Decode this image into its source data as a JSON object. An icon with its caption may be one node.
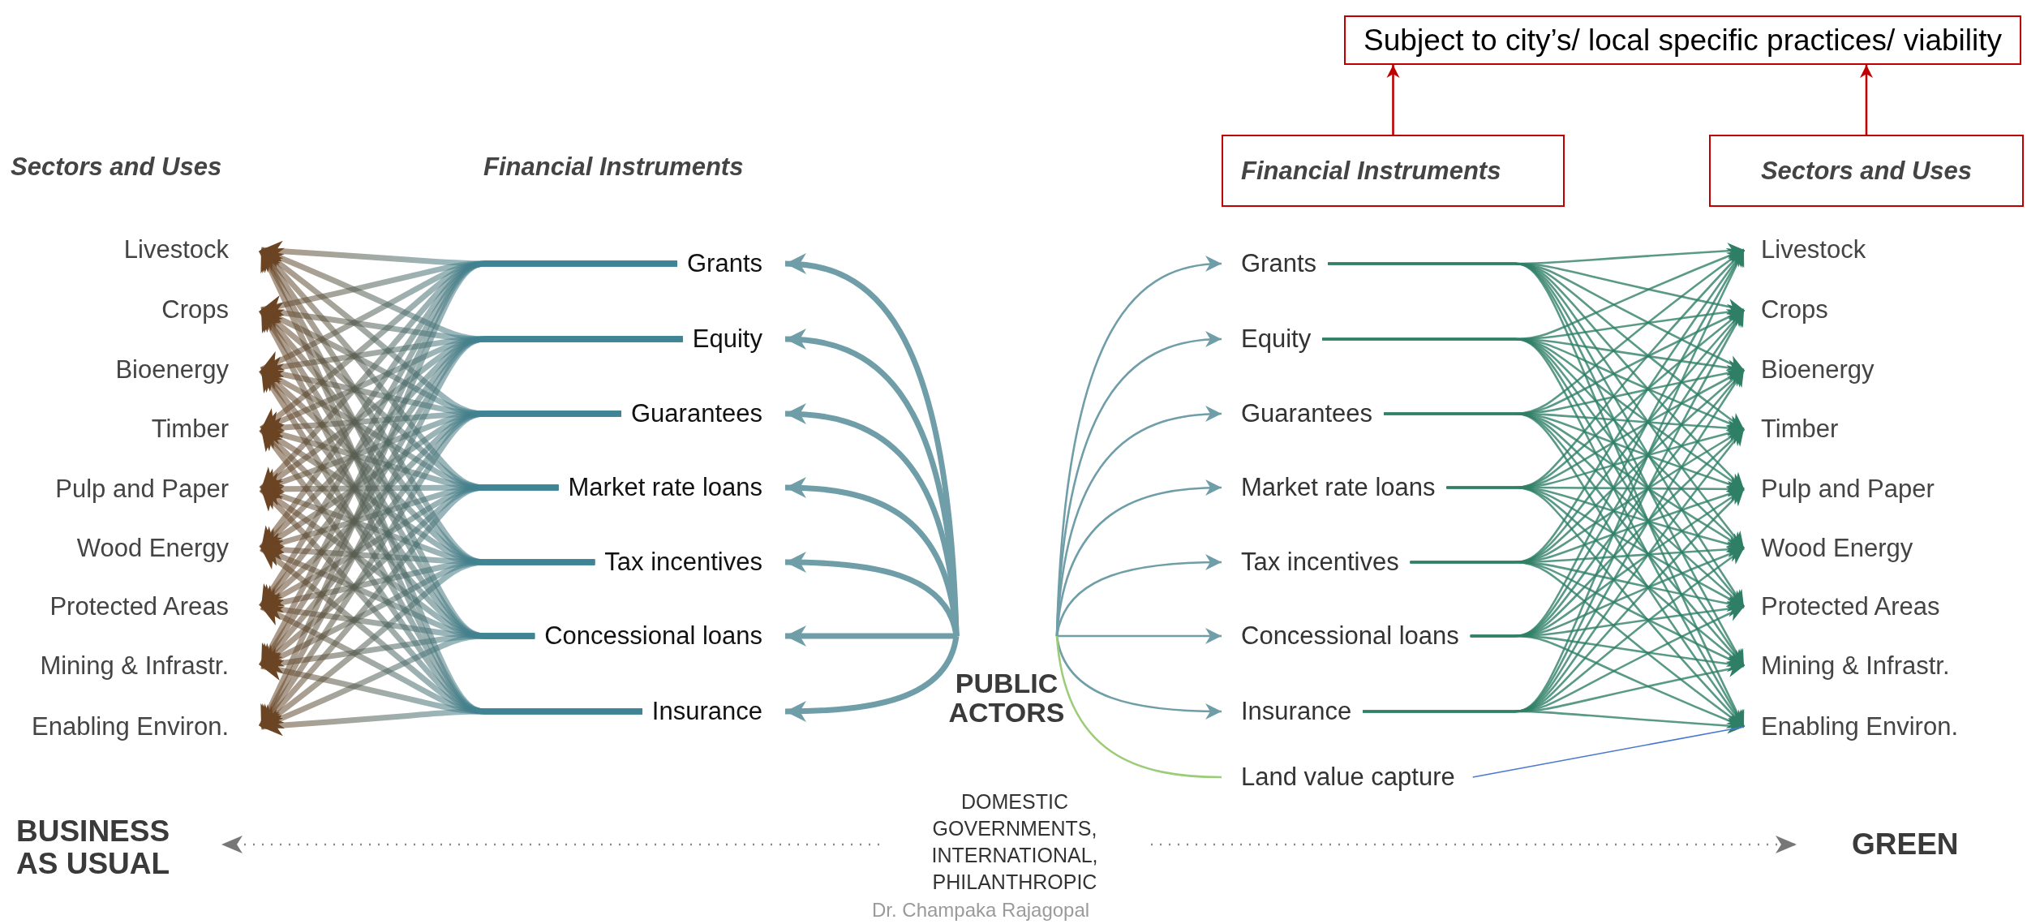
{
  "diagram": {
    "nodes": [
      {
        "text": [
          "Subject to city’s/ local specific practices/ viability"
        ]
      },
      {
        "text": [
          "Financial Instruments"
        ]
      },
      {
        "text": [
          "Sectors and Uses"
        ]
      },
      {
        "text": [
          "Livestock"
        ]
      },
      {
        "text": [
          "Crops"
        ]
      },
      {
        "text": [
          "Bioenergy"
        ]
      },
      {
        "text": [
          "Timber"
        ]
      },
      {
        "text": [
          "Pulp and Paper"
        ]
      },
      {
        "text": [
          "Wood Energy"
        ]
      },
      {
        "text": [
          "Protected Areas"
        ]
      },
      {
        "text": [
          "Mining & Infrastr."
        ]
      },
      {
        "text": [
          "Enabling Environ."
        ]
      },
      {
        "text": [
          "Grants"
        ]
      },
      {
        "text": [
          "Equity"
        ]
      },
      {
        "text": [
          "Guarantees"
        ]
      },
      {
        "text": [
          "Market rate loans"
        ]
      },
      {
        "text": [
          "Tax incentives"
        ]
      },
      {
        "text": [
          "Concessional loans"
        ]
      },
      {
        "text": [
          "Insurance"
        ]
      },
      {
        "text": [
          "PUBLIC ACTORS"
        ]
      },
      {
        "text": [
          "Grants"
        ]
      },
      {
        "text": [
          "Equity"
        ]
      },
      {
        "text": [
          "Guarantees"
        ]
      },
      {
        "text": [
          "Market rate loans"
        ]
      },
      {
        "text": [
          "Tax incentives"
        ]
      },
      {
        "text": [
          "Concessional loans"
        ]
      },
      {
        "text": [
          "Insurance"
        ]
      },
      {
        "text": [
          "Land value capture"
        ]
      },
      {
        "text": [
          "Livestock"
        ]
      },
      {
        "text": [
          "Crops"
        ]
      },
      {
        "text": [
          "Bioenergy"
        ]
      },
      {
        "text": [
          "Timber"
        ]
      },
      {
        "text": [
          "Pulp and Paper"
        ]
      },
      {
        "text": [
          "Wood Energy"
        ]
      },
      {
        "text": [
          "Protected Areas"
        ]
      },
      {
        "text": [
          "Mining & Infrastr."
        ]
      },
      {
        "text": [
          "Enabling Environ."
        ]
      }
    ],
    "edges": [
      {
        "from": 1,
        "to": 0,
        "arrow": "to",
        "color": "#c00000"
      },
      {
        "from": 2,
        "to": 0,
        "arrow": "to",
        "color": "#c00000"
      },
      {
        "from": 12,
        "to": 3,
        "arrow": "to",
        "style": "thick",
        "color": "#6b4423"
      },
      {
        "from": 12,
        "to": 4,
        "arrow": "to",
        "style": "thick",
        "color": "#6b4423"
      },
      {
        "from": 12,
        "to": 5,
        "arrow": "to",
        "style": "thick",
        "color": "#6b4423"
      },
      {
        "from": 12,
        "to": 6,
        "arrow": "to",
        "style": "thick",
        "color": "#6b4423"
      },
      {
        "from": 12,
        "to": 7,
        "arrow": "to",
        "style": "thick",
        "color": "#6b4423"
      },
      {
        "from": 12,
        "to": 8,
        "arrow": "to",
        "style": "thick",
        "color": "#6b4423"
      },
      {
        "from": 12,
        "to": 9,
        "arrow": "to",
        "style": "thick",
        "color": "#6b4423"
      },
      {
        "from": 12,
        "to": 10,
        "arrow": "to",
        "style": "thick",
        "color": "#6b4423"
      },
      {
        "from": 12,
        "to": 11,
        "arrow": "to",
        "style": "thick",
        "color": "#6b4423"
      },
      {
        "from": 13,
        "to": 3,
        "arrow": "to",
        "style": "thick",
        "color": "#6b4423"
      },
      {
        "from": 13,
        "to": 4,
        "arrow": "to",
        "style": "thick",
        "color": "#6b4423"
      },
      {
        "from": 13,
        "to": 5,
        "arrow": "to",
        "style": "thick",
        "color": "#6b4423"
      },
      {
        "from": 13,
        "to": 6,
        "arrow": "to",
        "style": "thick",
        "color": "#6b4423"
      },
      {
        "from": 13,
        "to": 7,
        "arrow": "to",
        "style": "thick",
        "color": "#6b4423"
      },
      {
        "from": 13,
        "to": 8,
        "arrow": "to",
        "style": "thick",
        "color": "#6b4423"
      },
      {
        "from": 13,
        "to": 9,
        "arrow": "to",
        "style": "thick",
        "color": "#6b4423"
      },
      {
        "from": 13,
        "to": 10,
        "arrow": "to",
        "style": "thick",
        "color": "#6b4423"
      },
      {
        "from": 13,
        "to": 11,
        "arrow": "to",
        "style": "thick",
        "color": "#6b4423"
      },
      {
        "from": 14,
        "to": 3,
        "arrow": "to",
        "style": "thick",
        "color": "#6b4423"
      },
      {
        "from": 14,
        "to": 4,
        "arrow": "to",
        "style": "thick",
        "color": "#6b4423"
      },
      {
        "from": 14,
        "to": 5,
        "arrow": "to",
        "style": "thick",
        "color": "#6b4423"
      },
      {
        "from": 14,
        "to": 6,
        "arrow": "to",
        "style": "thick",
        "color": "#6b4423"
      },
      {
        "from": 14,
        "to": 7,
        "arrow": "to",
        "style": "thick",
        "color": "#6b4423"
      },
      {
        "from": 14,
        "to": 8,
        "arrow": "to",
        "style": "thick",
        "color": "#6b4423"
      },
      {
        "from": 14,
        "to": 9,
        "arrow": "to",
        "style": "thick",
        "color": "#6b4423"
      },
      {
        "from": 14,
        "to": 10,
        "arrow": "to",
        "style": "thick",
        "color": "#6b4423"
      },
      {
        "from": 14,
        "to": 11,
        "arrow": "to",
        "style": "thick",
        "color": "#6b4423"
      },
      {
        "from": 15,
        "to": 3,
        "arrow": "to",
        "style": "thick",
        "color": "#6b4423"
      },
      {
        "from": 15,
        "to": 4,
        "arrow": "to",
        "style": "thick",
        "color": "#6b4423"
      },
      {
        "from": 15,
        "to": 5,
        "arrow": "to",
        "style": "thick",
        "color": "#6b4423"
      },
      {
        "from": 15,
        "to": 6,
        "arrow": "to",
        "style": "thick",
        "color": "#6b4423"
      },
      {
        "from": 15,
        "to": 7,
        "arrow": "to",
        "style": "thick",
        "color": "#6b4423"
      },
      {
        "from": 15,
        "to": 8,
        "arrow": "to",
        "style": "thick",
        "color": "#6b4423"
      },
      {
        "from": 15,
        "to": 9,
        "arrow": "to",
        "style": "thick",
        "color": "#6b4423"
      },
      {
        "from": 15,
        "to": 10,
        "arrow": "to",
        "style": "thick",
        "color": "#6b4423"
      },
      {
        "from": 15,
        "to": 11,
        "arrow": "to",
        "style": "thick",
        "color": "#6b4423"
      },
      {
        "from": 16,
        "to": 3,
        "arrow": "to",
        "style": "thick",
        "color": "#6b4423"
      },
      {
        "from": 16,
        "to": 4,
        "arrow": "to",
        "style": "thick",
        "color": "#6b4423"
      },
      {
        "from": 16,
        "to": 5,
        "arrow": "to",
        "style": "thick",
        "color": "#6b4423"
      },
      {
        "from": 16,
        "to": 6,
        "arrow": "to",
        "style": "thick",
        "color": "#6b4423"
      },
      {
        "from": 16,
        "to": 7,
        "arrow": "to",
        "style": "thick",
        "color": "#6b4423"
      },
      {
        "from": 16,
        "to": 8,
        "arrow": "to",
        "style": "thick",
        "color": "#6b4423"
      },
      {
        "from": 16,
        "to": 9,
        "arrow": "to",
        "style": "thick",
        "color": "#6b4423"
      },
      {
        "from": 16,
        "to": 10,
        "arrow": "to",
        "style": "thick",
        "color": "#6b4423"
      },
      {
        "from": 16,
        "to": 11,
        "arrow": "to",
        "style": "thick",
        "color": "#6b4423"
      },
      {
        "from": 17,
        "to": 3,
        "arrow": "to",
        "style": "thick",
        "color": "#6b4423"
      },
      {
        "from": 17,
        "to": 4,
        "arrow": "to",
        "style": "thick",
        "color": "#6b4423"
      },
      {
        "from": 17,
        "to": 5,
        "arrow": "to",
        "style": "thick",
        "color": "#6b4423"
      },
      {
        "from": 17,
        "to": 6,
        "arrow": "to",
        "style": "thick",
        "color": "#6b4423"
      },
      {
        "from": 17,
        "to": 7,
        "arrow": "to",
        "style": "thick",
        "color": "#6b4423"
      },
      {
        "from": 17,
        "to": 8,
        "arrow": "to",
        "style": "thick",
        "color": "#6b4423"
      },
      {
        "from": 17,
        "to": 9,
        "arrow": "to",
        "style": "thick",
        "color": "#6b4423"
      },
      {
        "from": 17,
        "to": 10,
        "arrow": "to",
        "style": "thick",
        "color": "#6b4423"
      },
      {
        "from": 17,
        "to": 11,
        "arrow": "to",
        "style": "thick",
        "color": "#6b4423"
      },
      {
        "from": 18,
        "to": 3,
        "arrow": "to",
        "style": "thick",
        "color": "#6b4423"
      },
      {
        "from": 18,
        "to": 4,
        "arrow": "to",
        "style": "thick",
        "color": "#6b4423"
      },
      {
        "from": 18,
        "to": 5,
        "arrow": "to",
        "style": "thick",
        "color": "#6b4423"
      },
      {
        "from": 18,
        "to": 6,
        "arrow": "to",
        "style": "thick",
        "color": "#6b4423"
      },
      {
        "from": 18,
        "to": 7,
        "arrow": "to",
        "style": "thick",
        "color": "#6b4423"
      },
      {
        "from": 18,
        "to": 8,
        "arrow": "to",
        "style": "thick",
        "color": "#6b4423"
      },
      {
        "from": 18,
        "to": 9,
        "arrow": "to",
        "style": "thick",
        "color": "#6b4423"
      },
      {
        "from": 18,
        "to": 10,
        "arrow": "to",
        "style": "thick",
        "color": "#6b4423"
      },
      {
        "from": 18,
        "to": 11,
        "arrow": "to",
        "style": "thick",
        "color": "#6b4423"
      },
      {
        "from": 19,
        "to": 12,
        "arrow": "to",
        "style": "thick",
        "color": "#6f9ea8"
      },
      {
        "from": 19,
        "to": 13,
        "arrow": "to",
        "style": "thick",
        "color": "#6f9ea8"
      },
      {
        "from": 19,
        "to": 14,
        "arrow": "to",
        "style": "thick",
        "color": "#6f9ea8"
      },
      {
        "from": 19,
        "to": 15,
        "arrow": "to",
        "style": "thick",
        "color": "#6f9ea8"
      },
      {
        "from": 19,
        "to": 16,
        "arrow": "to",
        "style": "thick",
        "color": "#6f9ea8"
      },
      {
        "from": 19,
        "to": 17,
        "arrow": "to",
        "style": "thick",
        "color": "#6f9ea8"
      },
      {
        "from": 19,
        "to": 18,
        "arrow": "to",
        "style": "thick",
        "color": "#6f9ea8"
      },
      {
        "from": 19,
        "to": 20,
        "arrow": "to",
        "color": "#6f9ea8"
      },
      {
        "from": 19,
        "to": 21,
        "arrow": "to",
        "color": "#6f9ea8"
      },
      {
        "from": 19,
        "to": 22,
        "arrow": "to",
        "color": "#6f9ea8"
      },
      {
        "from": 19,
        "to": 23,
        "arrow": "to",
        "color": "#6f9ea8"
      },
      {
        "from": 19,
        "to": 24,
        "arrow": "to",
        "color": "#6f9ea8"
      },
      {
        "from": 19,
        "to": 25,
        "arrow": "to",
        "color": "#6f9ea8"
      },
      {
        "from": 19,
        "to": 26,
        "arrow": "to",
        "color": "#6f9ea8"
      },
      {
        "from": 19,
        "to": 27,
        "arrow": "none",
        "color": "#9ccc78"
      },
      {
        "from": 20,
        "to": 28,
        "arrow": "to"
      },
      {
        "from": 20,
        "to": 29,
        "arrow": "to"
      },
      {
        "from": 20,
        "to": 30,
        "arrow": "to"
      },
      {
        "from": 20,
        "to": 31,
        "arrow": "to"
      },
      {
        "from": 20,
        "to": 32,
        "arrow": "to"
      },
      {
        "from": 20,
        "to": 33,
        "arrow": "to"
      },
      {
        "from": 20,
        "to": 34,
        "arrow": "to"
      },
      {
        "from": 20,
        "to": 35,
        "arrow": "to"
      },
      {
        "from": 20,
        "to": 36,
        "arrow": "to"
      },
      {
        "from": 21,
        "to": 28,
        "arrow": "to"
      },
      {
        "from": 21,
        "to": 29,
        "arrow": "to"
      },
      {
        "from": 21,
        "to": 30,
        "arrow": "to"
      },
      {
        "from": 21,
        "to": 31,
        "arrow": "to"
      },
      {
        "from": 21,
        "to": 32,
        "arrow": "to"
      },
      {
        "from": 21,
        "to": 33,
        "arrow": "to"
      },
      {
        "from": 21,
        "to": 34,
        "arrow": "to"
      },
      {
        "from": 21,
        "to": 35,
        "arrow": "to"
      },
      {
        "from": 21,
        "to": 36,
        "arrow": "to"
      },
      {
        "from": 22,
        "to": 28,
        "arrow": "to"
      },
      {
        "from": 22,
        "to": 29,
        "arrow": "to"
      },
      {
        "from": 22,
        "to": 30,
        "arrow": "to"
      },
      {
        "from": 22,
        "to": 31,
        "arrow": "to"
      },
      {
        "from": 22,
        "to": 32,
        "arrow": "to"
      },
      {
        "from": 22,
        "to": 33,
        "arrow": "to"
      },
      {
        "from": 22,
        "to": 34,
        "arrow": "to"
      },
      {
        "from": 22,
        "to": 35,
        "arrow": "to"
      },
      {
        "from": 22,
        "to": 36,
        "arrow": "to"
      },
      {
        "from": 23,
        "to": 28,
        "arrow": "to"
      },
      {
        "from": 23,
        "to": 29,
        "arrow": "to"
      },
      {
        "from": 23,
        "to": 30,
        "arrow": "to"
      },
      {
        "from": 23,
        "to": 31,
        "arrow": "to"
      },
      {
        "from": 23,
        "to": 32,
        "arrow": "to"
      },
      {
        "from": 23,
        "to": 33,
        "arrow": "to"
      },
      {
        "from": 23,
        "to": 34,
        "arrow": "to"
      },
      {
        "from": 23,
        "to": 35,
        "arrow": "to"
      },
      {
        "from": 23,
        "to": 36,
        "arrow": "to"
      },
      {
        "from": 24,
        "to": 28,
        "arrow": "to"
      },
      {
        "from": 24,
        "to": 29,
        "arrow": "to"
      },
      {
        "from": 24,
        "to": 30,
        "arrow": "to"
      },
      {
        "from": 24,
        "to": 31,
        "arrow": "to"
      },
      {
        "from": 24,
        "to": 32,
        "arrow": "to"
      },
      {
        "from": 24,
        "to": 33,
        "arrow": "to"
      },
      {
        "from": 24,
        "to": 34,
        "arrow": "to"
      },
      {
        "from": 24,
        "to": 35,
        "arrow": "to"
      },
      {
        "from": 24,
        "to": 36,
        "arrow": "to"
      },
      {
        "from": 25,
        "to": 28,
        "arrow": "to"
      },
      {
        "from": 25,
        "to": 29,
        "arrow": "to"
      },
      {
        "from": 25,
        "to": 30,
        "arrow": "to"
      },
      {
        "from": 25,
        "to": 31,
        "arrow": "to"
      },
      {
        "from": 25,
        "to": 32,
        "arrow": "to"
      },
      {
        "from": 25,
        "to": 33,
        "arrow": "to"
      },
      {
        "from": 25,
        "to": 34,
        "arrow": "to"
      },
      {
        "from": 25,
        "to": 35,
        "arrow": "to"
      },
      {
        "from": 25,
        "to": 36,
        "arrow": "to"
      },
      {
        "from": 26,
        "to": 28,
        "arrow": "to"
      },
      {
        "from": 26,
        "to": 29,
        "arrow": "to"
      },
      {
        "from": 26,
        "to": 30,
        "arrow": "to"
      },
      {
        "from": 26,
        "to": 31,
        "arrow": "to"
      },
      {
        "from": 26,
        "to": 32,
        "arrow": "to"
      },
      {
        "from": 26,
        "to": 33,
        "arrow": "to"
      },
      {
        "from": 26,
        "to": 34,
        "arrow": "to"
      },
      {
        "from": 26,
        "to": 35,
        "arrow": "to"
      },
      {
        "from": 26,
        "to": 36,
        "arrow": "to"
      },
      {
        "from": 27,
        "to": 36,
        "arrow": "none",
        "color": "#4a78d0"
      }
    ],
    "labels": [
      "Sectors and Uses",
      "Financial Instruments",
      "BUSINESS AS USUAL",
      "DOMESTIC GOVERNMENTS, INTERNATIONAL, PHILANTHROPIC",
      "GREEN",
      "Dr. Champaka Rajagopal"
    ]
  }
}
